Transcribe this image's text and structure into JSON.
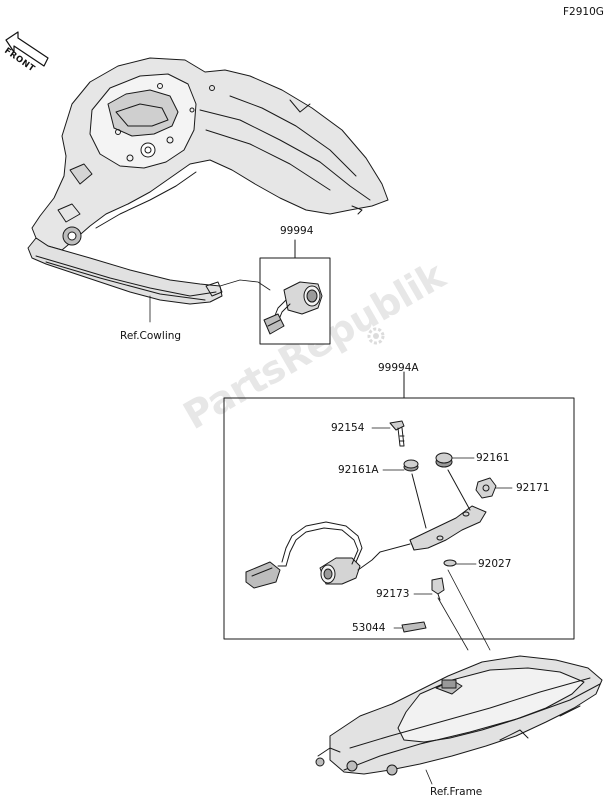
{
  "diagram": {
    "figure_code": "F2910G",
    "orientation_label": "FRONT",
    "watermark": "PartsRepublik",
    "part_numbers": {
      "top_kit": "99994",
      "main_kit": "99994A",
      "screw": "92154",
      "grommet_left": "92161A",
      "grommet_right": "92161",
      "clamp": "92171",
      "washer": "92027",
      "band": "92173",
      "rubber_piece": "53044"
    },
    "references": {
      "cowling": "Ref.Cowling",
      "frame": "Ref.Frame"
    }
  }
}
